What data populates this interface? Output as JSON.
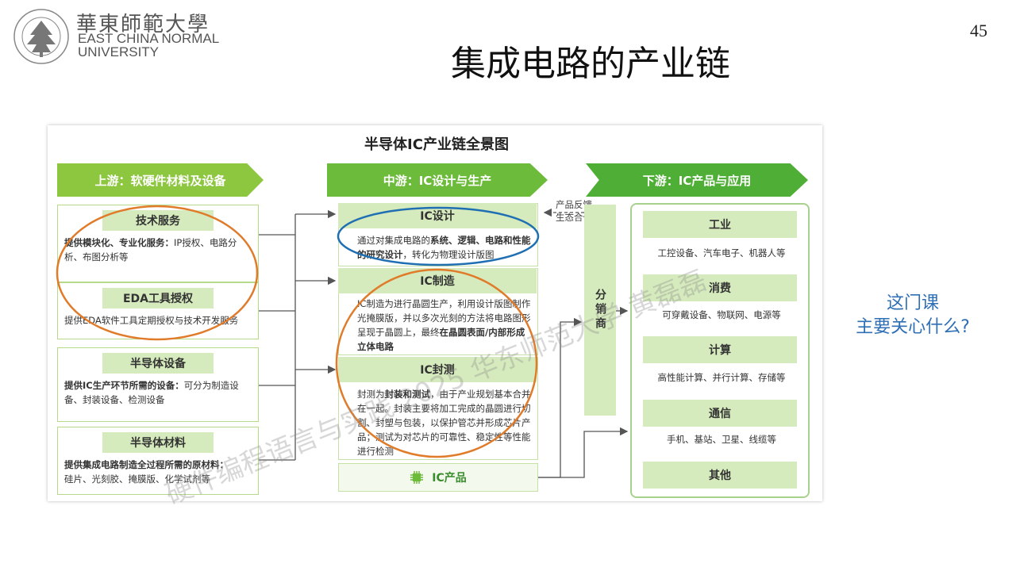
{
  "header": {
    "logo_cn": "華東師範大學",
    "logo_en_line1": "EAST CHINA NORMAL",
    "logo_en_line2": "UNIVERSITY",
    "page_number": "45",
    "title": "集成电路的产业链"
  },
  "side_question": {
    "line1": "这门课",
    "line2": "主要关心什么?"
  },
  "watermark": "硬件编程语言与实践 2025 华东师范大学 黄磊磊",
  "diagram": {
    "title": "半导体IC产业链全景图",
    "bands": {
      "upstream": "上游：软硬件材料及设备",
      "midstream": "中游：IC设计与生产",
      "downstream": "下游：IC产品与应用"
    },
    "upstream_items": [
      {
        "name": "技术服务",
        "bold": "提供模块化、专业化服务：",
        "text": "IP授权、电路分析、布图分析等"
      },
      {
        "name": "EDA工具授权",
        "bold": "",
        "text": "提供EDA软件工具定期授权与技术开发服务"
      },
      {
        "name": "半导体设备",
        "bold": "提供IC生产环节所需的设备：",
        "text": "可分为制造设备、封装设备、检测设备"
      },
      {
        "name": "半导体材料",
        "bold": "提供集成电路制造全过程所需的原材料：",
        "text": "硅片、光刻胶、掩膜版、化学试剂等"
      }
    ],
    "midstream_items": [
      {
        "name": "IC设计",
        "t1": "通过对集成电路的",
        "b1": "系统、逻辑、电路和性能的研究设计",
        "t2": "，转化为物理设计版图"
      },
      {
        "name": "IC制造",
        "t1": "IC制造为进行晶圆生产，利用设计版图制作光掩膜版，并以多次光刻的方法将电路图形呈现于晶圆上，最终",
        "b1": "在晶圆表面/内部形成立体电路",
        "t2": ""
      },
      {
        "name": "IC封测",
        "t1": "封测为",
        "b1": "封装和测试",
        "t2": "，由于产业规划基本合并在一起。封装主要将加工完成的晶圆进行切割、封塑与包装，以保护管芯并形成芯片产品；测试为对芯片的可靠性、稳定性等性能进行检测"
      }
    ],
    "product": "IC产品",
    "feedback": {
      "line1": "产品反馈",
      "line2": "生态合作"
    },
    "distributor": "分销商",
    "downstream_items": [
      {
        "name": "工业",
        "text": "工控设备、汽车电子、机器人等"
      },
      {
        "name": "消费",
        "text": "可穿戴设备、物联网、电源等"
      },
      {
        "name": "计算",
        "text": "高性能计算、并行计算、存储等"
      },
      {
        "name": "通信",
        "text": "手机、基站、卫星、线缆等"
      },
      {
        "name": "其他",
        "text": ""
      }
    ],
    "colors": {
      "band_up": "#8dc63f",
      "band_mid": "#6dbb3a",
      "band_down": "#4fae35",
      "box_fill": "#d6ebbd",
      "circle_orange": "#e07b2a",
      "circle_blue": "#1f6fb2"
    }
  }
}
